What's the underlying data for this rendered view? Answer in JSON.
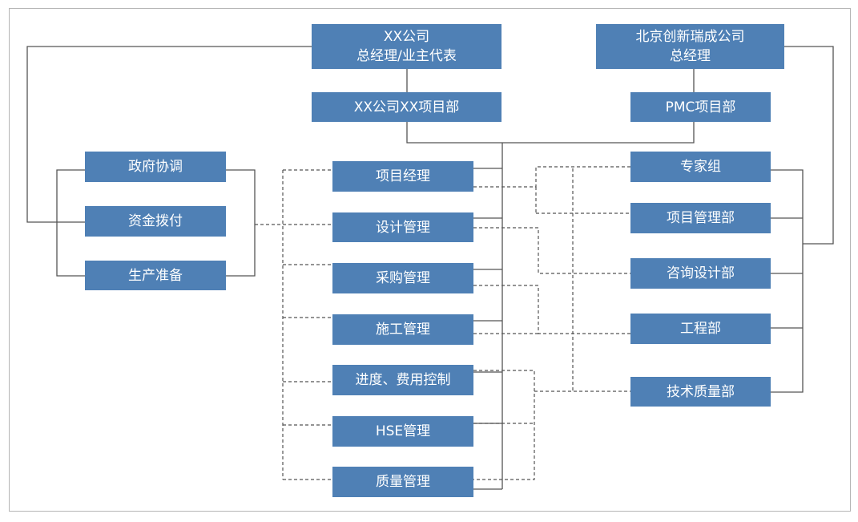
{
  "owner": {
    "line1": "XX公司",
    "line2": "总经理/业主代表"
  },
  "pmc_company": {
    "line1": "北京创新瑞成公司",
    "line2": "总经理"
  },
  "owner_project_dept": "XX公司XX项目部",
  "pmc_project_dept": "PMC项目部",
  "left_items": [
    "政府协调",
    "资金拨付",
    "生产准备"
  ],
  "center_items": [
    "项目经理",
    "设计管理",
    "采购管理",
    "施工管理",
    "进度、费用控制",
    "HSE管理",
    "质量管理"
  ],
  "right_items": [
    "专家组",
    "项目管理部",
    "咨询设计部",
    "工程部",
    "技术质量部"
  ],
  "colors": {
    "box_fill": "#4f80b5",
    "box_text": "#ffffff",
    "line": "#555555",
    "frame": "#b5b5b5"
  }
}
